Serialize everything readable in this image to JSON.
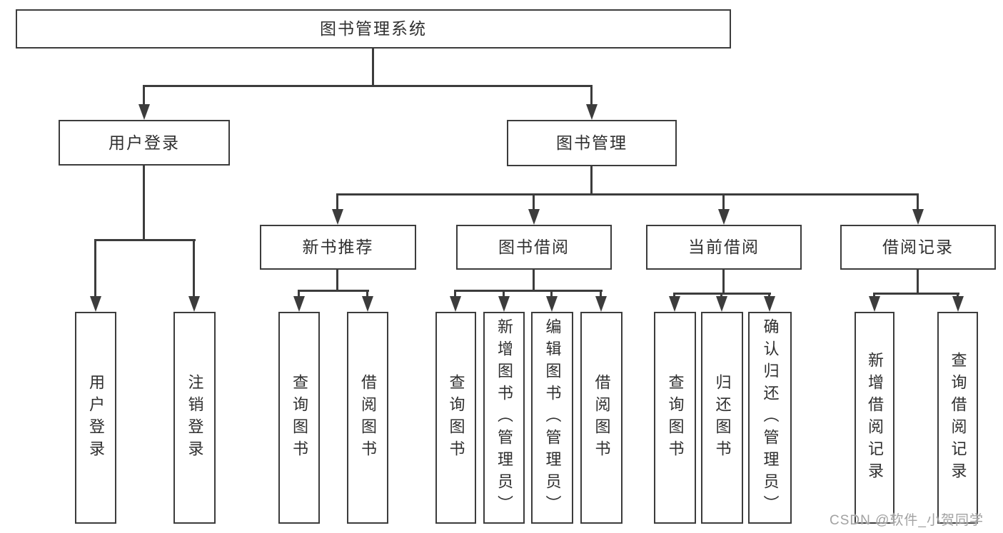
{
  "tree": {
    "root": {
      "label": "图书管理系统"
    },
    "branches": [
      {
        "label": "用户登录",
        "children": [
          {
            "label": "用户登录"
          },
          {
            "label": "注销登录"
          }
        ]
      },
      {
        "label": "图书管理",
        "children": [
          {
            "label": "新书推荐",
            "children": [
              {
                "label": "查询图书"
              },
              {
                "label": "借阅图书"
              }
            ]
          },
          {
            "label": "图书借阅",
            "children": [
              {
                "label": "查询图书"
              },
              {
                "label": "新增图书（管理员）"
              },
              {
                "label": "编辑图书（管理员）"
              },
              {
                "label": "借阅图书"
              }
            ]
          },
          {
            "label": "当前借阅",
            "children": [
              {
                "label": "查询图书"
              },
              {
                "label": "归还图书"
              },
              {
                "label": "确认归还（管理员）"
              }
            ]
          },
          {
            "label": "借阅记录",
            "children": [
              {
                "label": "新增借阅记录"
              },
              {
                "label": "查询借阅记录"
              }
            ]
          }
        ]
      }
    ]
  },
  "watermark": {
    "text": "CSDN @软件_小贺同学"
  },
  "colors": {
    "line": "#3c3c3c",
    "text": "#2f2f2f",
    "background": "#ffffff",
    "watermark": "#a2a2a2"
  }
}
